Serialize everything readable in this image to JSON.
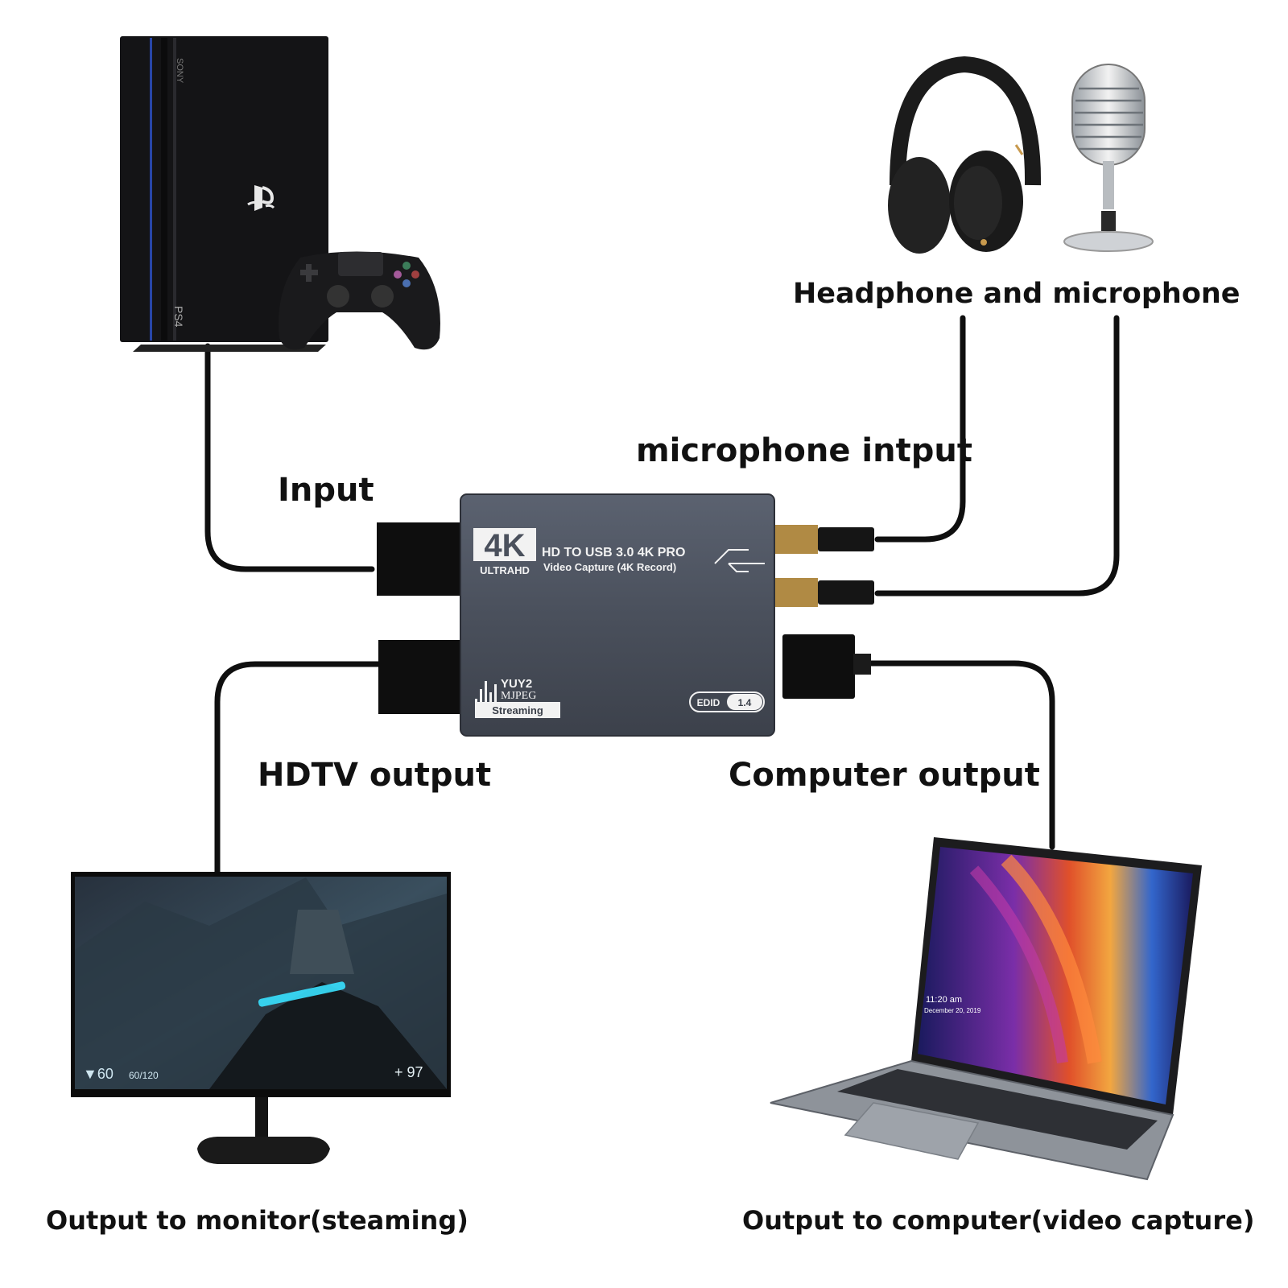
{
  "labels": {
    "input": "Input",
    "microphone_input": "microphone intput",
    "headphone_microphone": "Headphone and microphone",
    "hdtv_output": "HDTV output",
    "computer_output": "Computer output",
    "monitor_caption": "Output to monitor(steaming)",
    "computer_caption": "Output to computer(video capture)"
  },
  "device": {
    "badge": "4K",
    "badge_sub": "ULTRAHD",
    "line1": "HD TO USB 3.0 4K PRO",
    "line2": "Video Capture (4K Record)",
    "format1": "YUY2",
    "format2": "MJPEG",
    "streaming": "Streaming",
    "edid_label": "EDID",
    "edid_version": "1.4",
    "color": "#4a505c"
  },
  "console": {
    "brand": "SONY",
    "model": "PS4",
    "logo": "playstation-logo-icon"
  },
  "monitor_hud": {
    "health": "▼60",
    "ammo": "60/120",
    "score": "+ 97"
  },
  "laptop_lockscreen": {
    "time": "11:20 am",
    "date": "December 20, 2019"
  },
  "colors": {
    "cable": "#0f0f0f",
    "text": "#111111",
    "device_body": "#4a505c"
  }
}
